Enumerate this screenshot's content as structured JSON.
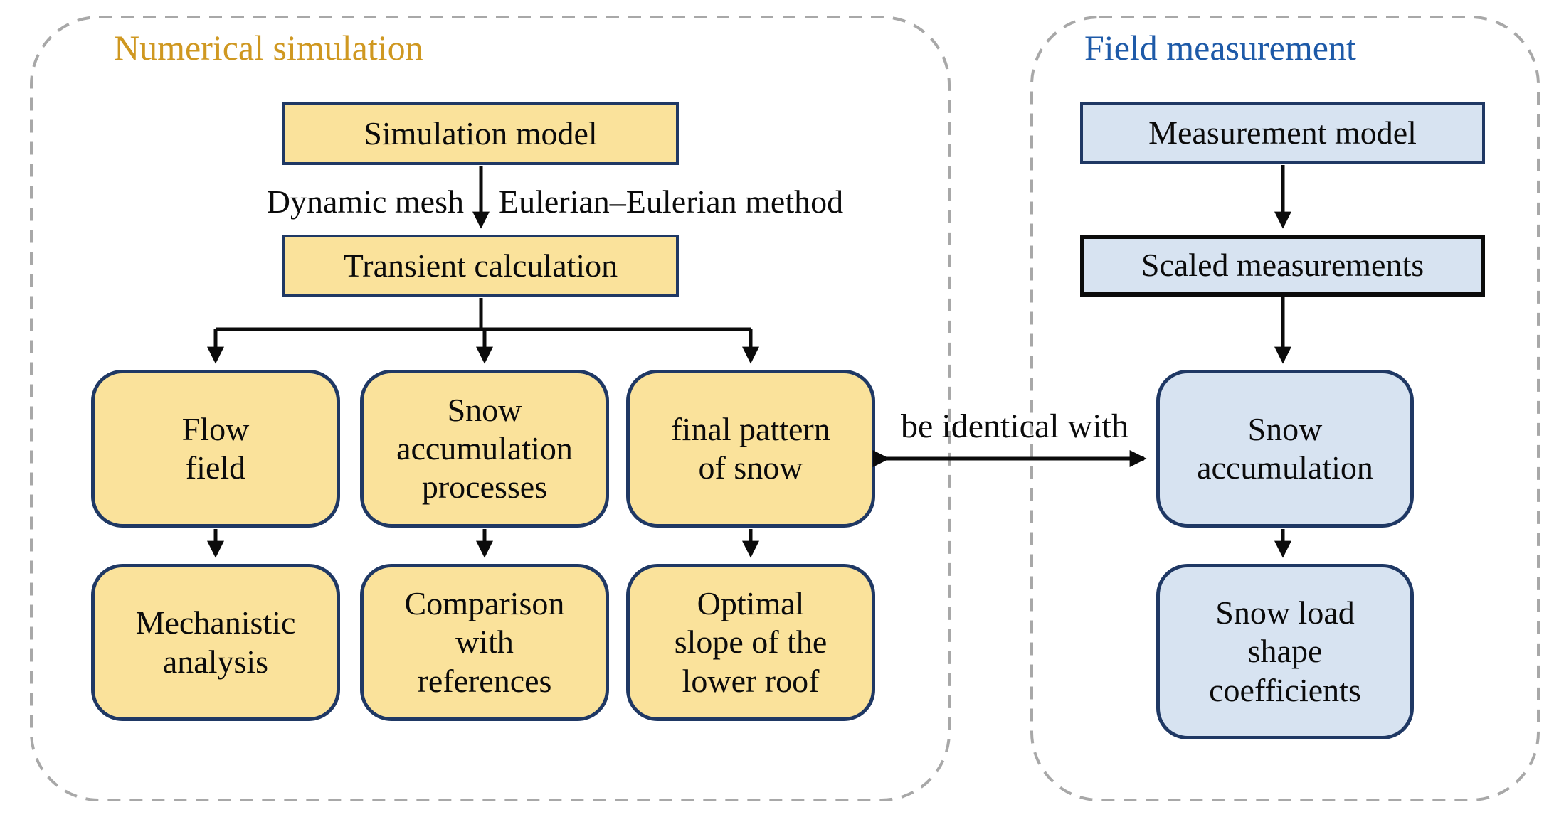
{
  "panels": {
    "simulation": {
      "title": "Numerical simulation",
      "nodes": {
        "simulation_model": "Simulation model",
        "transient_calculation": "Transient calculation",
        "flow_field": "Flow\nfield",
        "snow_accumulation_processes": "Snow\naccumulation\nprocesses",
        "final_pattern_of_snow": "final pattern\nof snow",
        "mechanistic_analysis": "Mechanistic\nanalysis",
        "comparison_with_references": "Comparison\nwith\nreferences",
        "optimal_slope_of_lower_roof": "Optimal\nslope of the\nlower roof"
      },
      "arrow_labels": {
        "dynamic_mesh": "Dynamic mesh",
        "eulerian_method": "Eulerian–Eulerian method"
      }
    },
    "measurement": {
      "title": "Field measurement",
      "nodes": {
        "measurement_model": "Measurement model",
        "scaled_measurements": "Scaled measurements",
        "snow_accumulation": "Snow\naccumulation",
        "snow_load_shape_coefficients": "Snow load\nshape\ncoefficients"
      }
    }
  },
  "connector": {
    "label": "be identical with"
  },
  "colors": {
    "simulation_title": "#cf9821",
    "measurement_title": "#1e5aa8",
    "simulation_fill": "#fae29b",
    "measurement_fill": "#d7e3f1",
    "box_border": "#1f3864",
    "scaled_border": "#0b0b0b",
    "dash_border": "#a8a8a8",
    "arrow": "#0b0b0b"
  }
}
